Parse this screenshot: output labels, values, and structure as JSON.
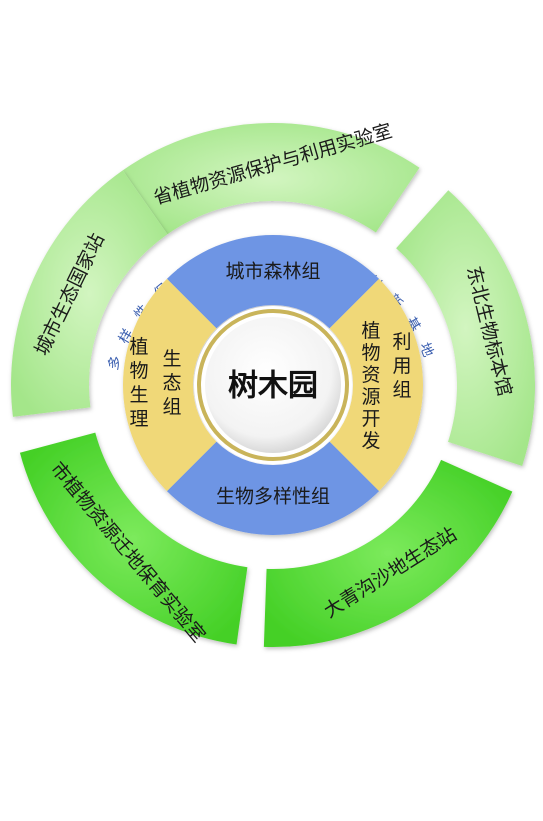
{
  "center": {
    "label": "树木园"
  },
  "inner_quadrants": {
    "top": "城市森林组",
    "bottom": "生物多样性组",
    "left_outer": "植物生理",
    "left_inner": "生态组",
    "right_outer": "利用组",
    "right_inner": "植物资源开发"
  },
  "arc_text": "多样性保护与可持续利用创新基地",
  "outer_segments": [
    {
      "label": "省植物资源保护与利用实验室"
    },
    {
      "label": "东北生物标本馆"
    },
    {
      "label": "大青沟沙地生态站"
    },
    {
      "label": "市植物资源迁地保育实验室"
    },
    {
      "label": "城市生态国家站"
    }
  ],
  "colors": {
    "outer_light_green": "#b4ec9a",
    "outer_dark_green": "#5ee03e",
    "inner_blue": "#6e95e4",
    "inner_yellow": "#f0d878",
    "arc_text_blue": "#3b5fb0",
    "center_gold": "#c9b45a"
  }
}
